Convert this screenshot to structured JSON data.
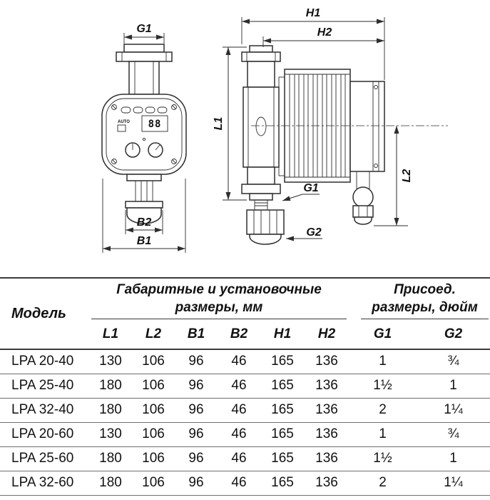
{
  "ink": "#2e2e2e",
  "drawing": {
    "front_view": {
      "dim_g1": "G1",
      "dim_b2": "B2",
      "dim_b1": "B1",
      "auto_label": "AUTO",
      "display_value": "88"
    },
    "side_view": {
      "dim_h1": "H1",
      "dim_h2": "H2",
      "dim_l1": "L1",
      "dim_l2": "L2",
      "label_g1": "G1",
      "label_g2": "G2"
    }
  },
  "table": {
    "model_header": "Модель",
    "group_mm": {
      "line1": "Габаритные и установочные",
      "line2": "размеры, мм"
    },
    "group_inch": {
      "line1": "Присоед.",
      "line2": "размеры, дюйм"
    },
    "columns": [
      "L1",
      "L2",
      "B1",
      "B2",
      "H1",
      "H2",
      "G1",
      "G2"
    ],
    "rows": [
      {
        "model": "LPA 20-40",
        "values": [
          "130",
          "106",
          "96",
          "46",
          "165",
          "136",
          "1",
          "¾"
        ]
      },
      {
        "model": "LPA 25-40",
        "values": [
          "180",
          "106",
          "96",
          "46",
          "165",
          "136",
          "1½",
          "1"
        ]
      },
      {
        "model": "LPA 32-40",
        "values": [
          "180",
          "106",
          "96",
          "46",
          "165",
          "136",
          "2",
          "1¼"
        ]
      },
      {
        "model": "LPA 20-60",
        "values": [
          "130",
          "106",
          "96",
          "46",
          "165",
          "136",
          "1",
          "¾"
        ]
      },
      {
        "model": "LPA 25-60",
        "values": [
          "180",
          "106",
          "96",
          "46",
          "165",
          "136",
          "1½",
          "1"
        ]
      },
      {
        "model": "LPA 32-60",
        "values": [
          "180",
          "106",
          "96",
          "46",
          "165",
          "136",
          "2",
          "1¼"
        ]
      }
    ]
  }
}
